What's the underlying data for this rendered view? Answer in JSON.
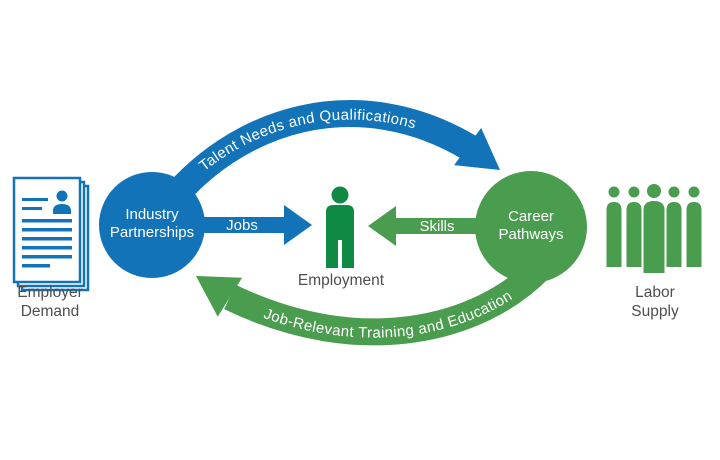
{
  "colors": {
    "blue": "#1273b8",
    "green": "#4a9c4e",
    "employment_green": "#0f8a44",
    "label_text": "#4d4e50",
    "background": "#ffffff"
  },
  "left_node": {
    "icon": "resume-document-icon",
    "label_line1": "Employer",
    "label_line2": "Demand"
  },
  "blue_circle": {
    "label_line1": "Industry",
    "label_line2": "Partnerships"
  },
  "center_node": {
    "icon": "person-icon",
    "label": "Employment"
  },
  "green_circle": {
    "label_line1": "Career",
    "label_line2": "Pathways"
  },
  "right_node": {
    "icon": "people-group-icon",
    "label_line1": "Labor",
    "label_line2": "Supply"
  },
  "top_arrow": {
    "label": "Talent Needs and Qualifications",
    "direction": "left-to-right"
  },
  "bottom_arrow": {
    "label": "Job-Relevant Training and Education",
    "direction": "right-to-left"
  },
  "jobs_arrow": {
    "label": "Jobs",
    "direction": "right"
  },
  "skills_arrow": {
    "label": "Skills",
    "direction": "left"
  }
}
